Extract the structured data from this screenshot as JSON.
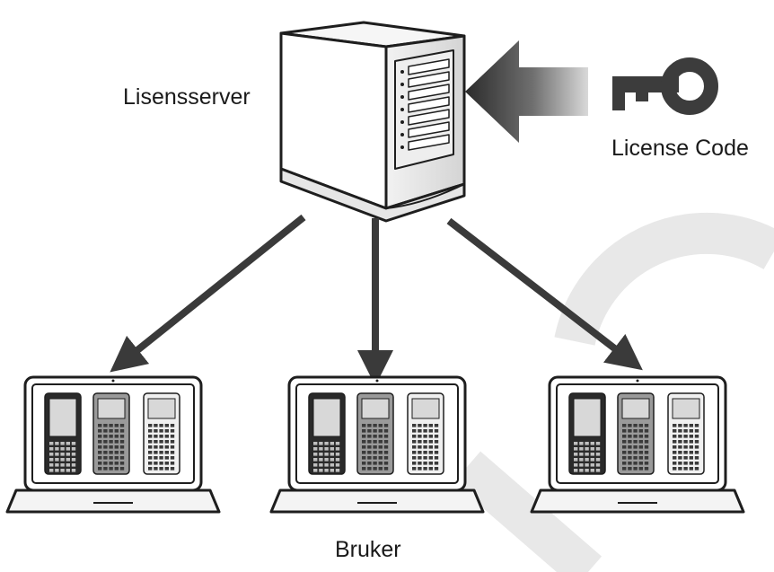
{
  "server": {
    "label": "Lisensserver",
    "icon": "server-tower-icon"
  },
  "license": {
    "label": "License Code",
    "icon": "key-icon"
  },
  "users": {
    "label": "Bruker",
    "laptops": [
      {
        "icon": "laptop-icon",
        "apps": [
          "graphing-calculator-icon",
          "scientific-calculator-icon",
          "scientific-calculator-light-icon"
        ]
      },
      {
        "icon": "laptop-icon",
        "apps": [
          "graphing-calculator-icon",
          "scientific-calculator-icon",
          "scientific-calculator-light-icon"
        ]
      },
      {
        "icon": "laptop-icon",
        "apps": [
          "graphing-calculator-icon",
          "scientific-calculator-icon",
          "scientific-calculator-light-icon"
        ]
      }
    ]
  },
  "colors": {
    "line": "#222222",
    "arrow": "#3a3a3a",
    "watermark": "#e6e6e6",
    "key": "#3c3c3c"
  }
}
